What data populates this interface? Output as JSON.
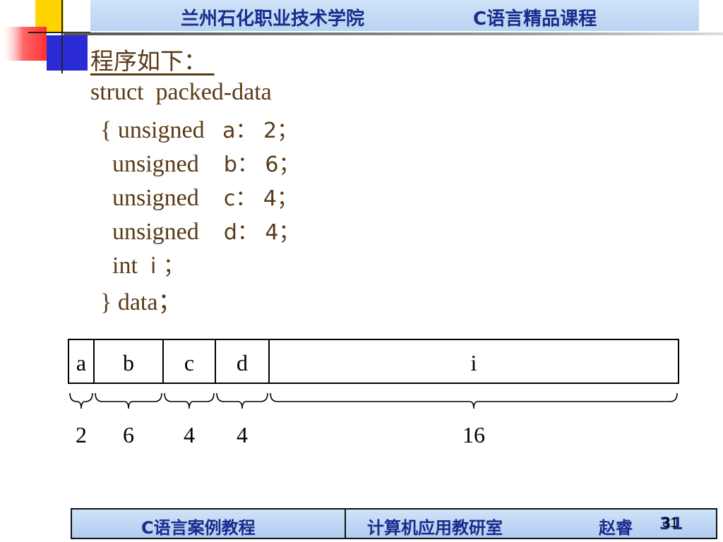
{
  "header": {
    "school": "兰州石化职业技术学院",
    "course": "C语言精品课程"
  },
  "slide": {
    "title": "程序如下： ",
    "code": [
      {
        "text": "struct  packed-data"
      },
      {
        "text": "{ unsigned   ",
        "mono": "a： 2；"
      },
      {
        "text": "  unsigned   ",
        "mono": " b： 6；"
      },
      {
        "text": "  unsigned   ",
        "mono": " c： 4；"
      },
      {
        "text": "  unsigned   ",
        "mono": " d： 4；"
      },
      {
        "text": "  int ",
        "mono": " i ；"
      },
      {
        "text": "} data；"
      }
    ]
  },
  "diagram": {
    "fields": [
      {
        "label": "a",
        "bits": "2",
        "width": 2
      },
      {
        "label": "b",
        "bits": "6",
        "width": 6
      },
      {
        "label": "c",
        "bits": "4",
        "width": 4
      },
      {
        "label": "d",
        "bits": "4",
        "width": 4
      },
      {
        "label": "i",
        "bits": "16",
        "width": 16
      }
    ]
  },
  "footer": {
    "course": "C语言案例教程",
    "dept": "计算机应用教研室",
    "author": "赵睿",
    "author_page": "31",
    "page_number": "31"
  }
}
